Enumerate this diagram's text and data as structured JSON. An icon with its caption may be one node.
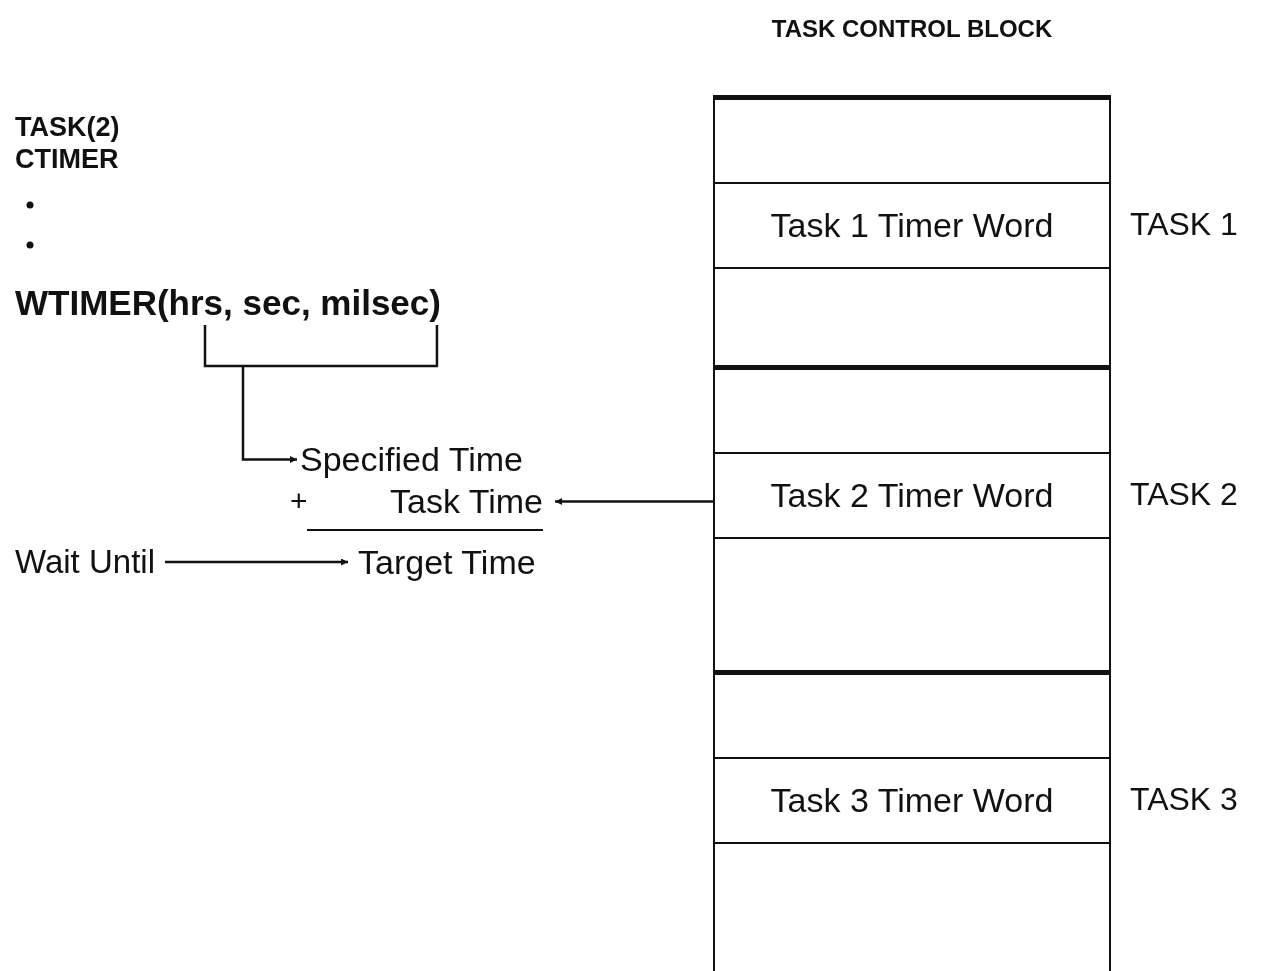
{
  "diagram": {
    "nodes": [
      {
        "text": [
          "TASK CONTROL BLOCK"
        ]
      },
      {
        "text": [],
        "shape": "box",
        "in": 0
      },
      {
        "text": [
          "Task 1 Timer Word"
        ],
        "beside": [
          "TASK 1"
        ],
        "in": 0
      },
      {
        "text": [],
        "shape": "box",
        "in": 0
      },
      {
        "text": [],
        "shape": "box",
        "in": 0
      },
      {
        "text": [
          "Task 2 Timer Word"
        ],
        "beside": [
          "TASK 2"
        ],
        "in": 0
      },
      {
        "text": [],
        "shape": "box",
        "in": 0
      },
      {
        "text": [],
        "shape": "box",
        "in": 0
      },
      {
        "text": [
          "Task 3 Timer Word"
        ],
        "beside": [
          "TASK 3"
        ],
        "in": 0
      },
      {
        "text": [],
        "shape": "box",
        "in": 0
      },
      {
        "text": [
          "WTIMER(hrs, sec, milsec)"
        ]
      },
      {
        "text": [
          "Specified Time"
        ]
      },
      {
        "text": [
          "Task Time"
        ]
      },
      {
        "text": [
          "Target Time"
        ]
      },
      {
        "text": [
          "Wait Until"
        ]
      }
    ],
    "edges": [
      {
        "from": 10,
        "to": 11,
        "arrow": "to"
      },
      {
        "from": 5,
        "to": 12,
        "arrow": "to"
      },
      {
        "from": 14,
        "to": 13,
        "arrow": "to"
      }
    ],
    "labels": [
      "TASK(2)",
      "CTIMER",
      "+"
    ]
  }
}
